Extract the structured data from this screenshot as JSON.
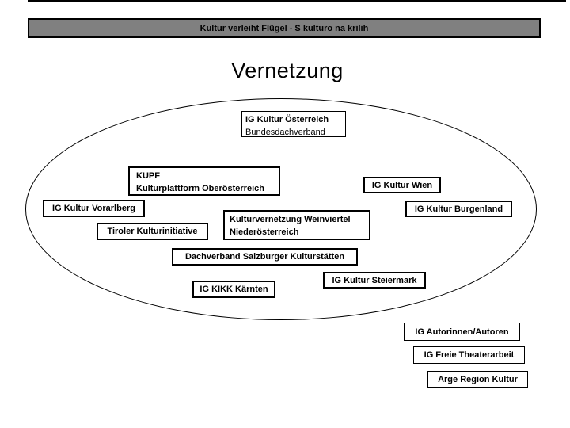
{
  "header": {
    "bar_text": "Kultur verleiht Flügel - S kulturo na krilih",
    "bar_color": "#808080"
  },
  "title": "Vernetzung",
  "diagram": {
    "nodes": {
      "oesterreich": {
        "line1": "IG Kultur Österreich",
        "line2": "Bundesdachverband"
      },
      "kupf": {
        "line1": "KUPF",
        "line2": "Kulturplattform Oberösterreich"
      },
      "wien": {
        "label": "IG Kultur Wien"
      },
      "burgenland": {
        "label": "IG Kultur Burgenland"
      },
      "vorarlberg": {
        "label": "IG Kultur Vorarlberg"
      },
      "tirol": {
        "label": "Tiroler Kulturinitiative"
      },
      "niederoesterreich": {
        "line1": "Kulturvernetzung Weinviertel",
        "line2": "Niederösterreich"
      },
      "salzburg": {
        "label": "Dachverband Salzburger Kulturstätten"
      },
      "kaernten": {
        "label": "IG KIKK Kärnten"
      },
      "steiermark": {
        "label": "IG Kultur Steiermark"
      },
      "autorinnen": {
        "label": "IG Autorinnen/Autoren"
      },
      "theaterarbeit": {
        "label": "IG Freie Theaterarbeit"
      },
      "arge": {
        "label": "Arge Region Kultur"
      }
    }
  }
}
